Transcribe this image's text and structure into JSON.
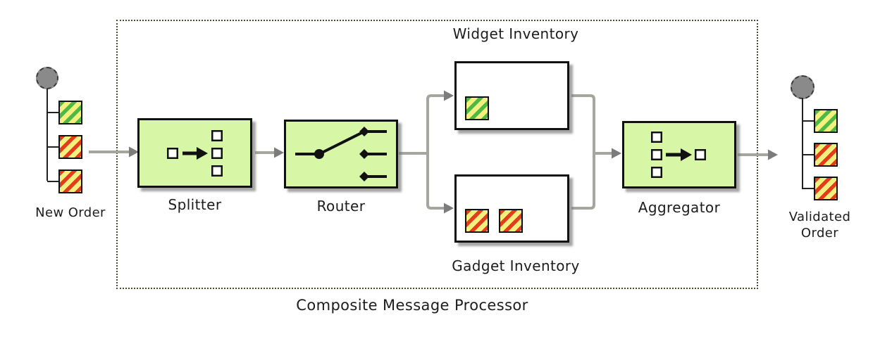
{
  "title": "Composite Message Processor",
  "endpoints": {
    "input": {
      "label": "New Order",
      "messages": [
        "green",
        "red",
        "red"
      ]
    },
    "output": {
      "label": "Validated Order",
      "messages": [
        "green",
        "red",
        "red"
      ]
    }
  },
  "processors": {
    "splitter": {
      "label": "Splitter"
    },
    "router": {
      "label": "Router"
    },
    "aggregator": {
      "label": "Aggregator"
    }
  },
  "inventories": {
    "widget": {
      "label": "Widget Inventory",
      "messages": [
        "green"
      ]
    },
    "gadget": {
      "label": "Gadget Inventory",
      "messages": [
        "red",
        "red"
      ]
    }
  },
  "colors": {
    "process_fill": "#d8f7a6",
    "message_green": "#4cb944",
    "message_red": "#e23c1d",
    "stripe_yellow": "#f4f07e",
    "connector_line": "#a6a69e",
    "arrowhead": "#7c7c7c",
    "endpoint_circle": "#8a8a8a",
    "boundary_dots": "#4b4b31"
  }
}
